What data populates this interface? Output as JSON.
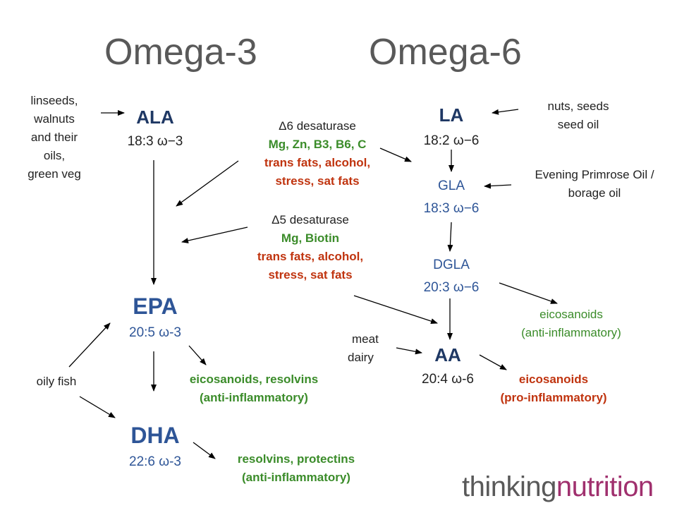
{
  "titles": {
    "omega3": "Omega-3",
    "omega6": "Omega-6"
  },
  "omega3": {
    "sources_ala": [
      "linseeds,",
      "walnuts",
      "and their",
      "oils,",
      "green veg"
    ],
    "ala": {
      "name": "ALA",
      "formula": "18:3 ω−3"
    },
    "epa": {
      "name": "EPA",
      "formula": "20:5 ω-3"
    },
    "dha": {
      "name": "DHA",
      "formula": "22:6 ω-3"
    },
    "oily_fish": "oily fish",
    "epa_products": [
      "eicosanoids, resolvins",
      "(anti-inflammatory)"
    ],
    "dha_products": [
      "resolvins, protectins",
      "(anti-inflammatory)"
    ]
  },
  "enzymes": {
    "d6": {
      "name": "Δ6 desaturase",
      "cofactors": "Mg, Zn, B3, B6, C",
      "inhibitors": [
        "trans fats, alcohol,",
        "stress, sat fats"
      ]
    },
    "d5": {
      "name": "Δ5 desaturase",
      "cofactors": "Mg, Biotin",
      "inhibitors": [
        "trans fats, alcohol,",
        "stress, sat fats"
      ]
    }
  },
  "omega6": {
    "la": {
      "name": "LA",
      "formula": "18:2 ω−6"
    },
    "sources_la": [
      "nuts, seeds",
      "seed oil"
    ],
    "gla": {
      "name": "GLA",
      "formula": "18:3 ω−6"
    },
    "sources_gla": [
      "Evening Primrose Oil /",
      "borage oil"
    ],
    "dgla": {
      "name": "DGLA",
      "formula": "20:3 ω−6"
    },
    "dgla_products": [
      "eicosanoids",
      "(anti-inflammatory)"
    ],
    "aa": {
      "name": "AA",
      "formula": "20:4 ω-6"
    },
    "sources_aa": [
      "meat",
      "dairy"
    ],
    "aa_products": [
      "eicosanoids",
      "(pro-inflammatory)"
    ]
  },
  "logo": {
    "part1": "thinking",
    "part2": "nutrition",
    "color1": "#595959",
    "color2": "#a0306e"
  },
  "colors": {
    "cofactor_green": "#3b8c2a",
    "inhibitor_red": "#c0340f",
    "fatty_acid_blue": "#2e5597"
  }
}
